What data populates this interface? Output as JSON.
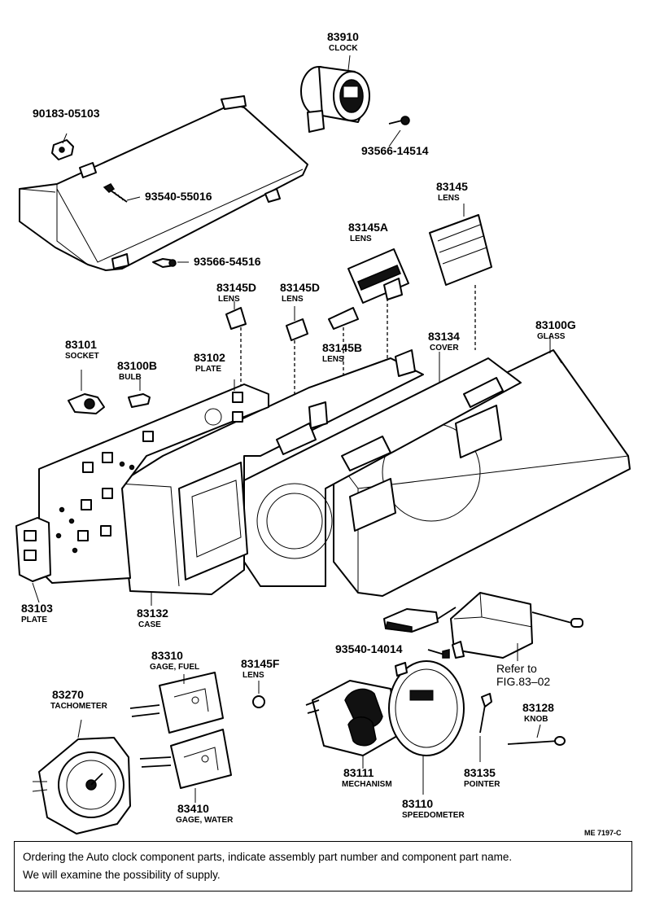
{
  "parts": {
    "p83910": {
      "number": "83910",
      "name": "CLOCK"
    },
    "p90183": {
      "number": "90183-05103",
      "name": ""
    },
    "p93566_14514": {
      "number": "93566-14514",
      "name": ""
    },
    "p93540_55016": {
      "number": "93540-55016",
      "name": ""
    },
    "p93566_54516": {
      "number": "93566-54516",
      "name": ""
    },
    "p83145": {
      "number": "83145",
      "name": "LENS"
    },
    "p83145A": {
      "number": "83145A",
      "name": "LENS"
    },
    "p83145D_1": {
      "number": "83145D",
      "name": "LENS"
    },
    "p83145D_2": {
      "number": "83145D",
      "name": "LENS"
    },
    "p83145B": {
      "number": "83145B",
      "name": "LENS"
    },
    "p83100G": {
      "number": "83100G",
      "name": "GLASS"
    },
    "p83134": {
      "number": "83134",
      "name": "COVER"
    },
    "p83101": {
      "number": "83101",
      "name": "SOCKET"
    },
    "p83100B": {
      "number": "83100B",
      "name": "BULB"
    },
    "p83102": {
      "number": "83102",
      "name": "PLATE"
    },
    "p83103": {
      "number": "83103",
      "name": "PLATE"
    },
    "p83132": {
      "number": "83132",
      "name": "CASE"
    },
    "p93540_14014": {
      "number": "93540-14014",
      "name": ""
    },
    "p83310": {
      "number": "83310",
      "name": "GAGE, FUEL"
    },
    "p83145F": {
      "number": "83145F",
      "name": "LENS"
    },
    "p83270": {
      "number": "83270",
      "name": "TACHOMETER"
    },
    "p83128": {
      "number": "83128",
      "name": "KNOB"
    },
    "p83111": {
      "number": "83111",
      "name": "MECHANISM"
    },
    "p83135": {
      "number": "83135",
      "name": "POINTER"
    },
    "p83110": {
      "number": "83110",
      "name": "SPEEDOMETER"
    },
    "p83410": {
      "number": "83410",
      "name": "GAGE, WATER"
    }
  },
  "refer": {
    "line1": "Refer to",
    "line2": "FIG.83–02"
  },
  "diagram_code": "ME 7197-C",
  "note": {
    "line1": "Ordering the Auto clock component parts, indicate assembly part number and component part name.",
    "line2": "We will examine the possibility of supply."
  }
}
